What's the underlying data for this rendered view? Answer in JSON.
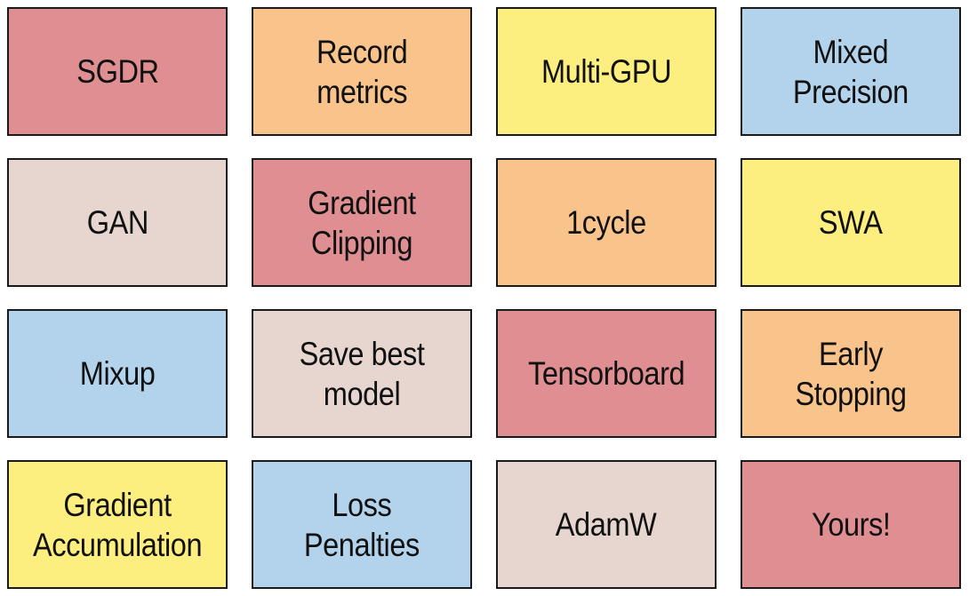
{
  "palette": {
    "red": "#df8e92",
    "orange": "#f9c48c",
    "yellow": "#fdee80",
    "blue": "#b3d3ec",
    "beige": "#e6d6cf",
    "border": "#1a1a1a"
  },
  "tiles": [
    {
      "label": "SGDR",
      "color": "red"
    },
    {
      "label": "Record\nmetrics",
      "color": "orange"
    },
    {
      "label": "Multi-GPU",
      "color": "yellow"
    },
    {
      "label": "Mixed\nPrecision",
      "color": "blue"
    },
    {
      "label": "GAN",
      "color": "beige"
    },
    {
      "label": "Gradient\nClipping",
      "color": "red"
    },
    {
      "label": "1cycle",
      "color": "orange"
    },
    {
      "label": "SWA",
      "color": "yellow"
    },
    {
      "label": "Mixup",
      "color": "blue"
    },
    {
      "label": "Save best\nmodel",
      "color": "beige"
    },
    {
      "label": "Tensorboard",
      "color": "red"
    },
    {
      "label": "Early\nStopping",
      "color": "orange"
    },
    {
      "label": "Gradient\nAccumulation",
      "color": "yellow"
    },
    {
      "label": "Loss\nPenalties",
      "color": "blue"
    },
    {
      "label": "AdamW",
      "color": "beige"
    },
    {
      "label": "Yours!",
      "color": "red"
    }
  ]
}
